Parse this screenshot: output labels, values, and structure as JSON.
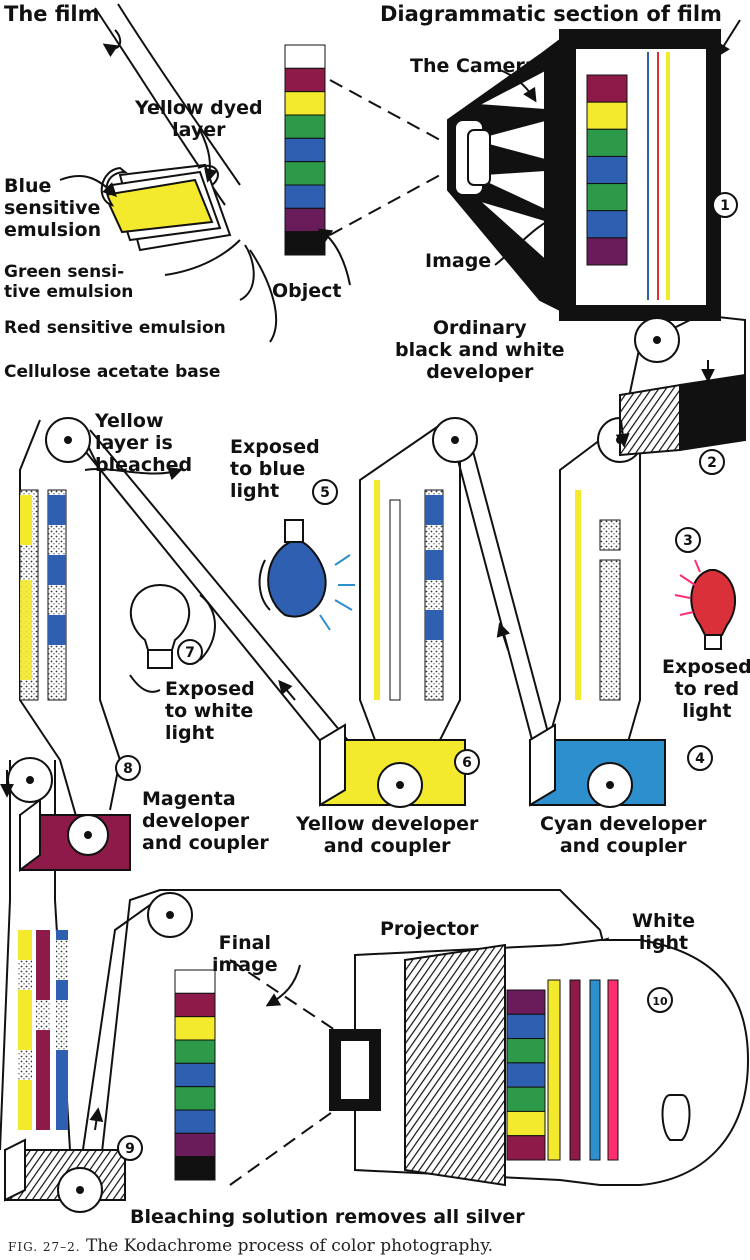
{
  "labels": {
    "the_film": "The film",
    "diagrammatic_section": "Diagrammatic section of film",
    "the_camera": "The Camera",
    "yellow_dyed_layer": "Yellow dyed\nlayer",
    "blue_sensitive": "Blue\nsensitive\nemulsion",
    "green_sensitive": "Green sensi-\ntive emulsion",
    "red_sensitive": "Red sensitive emulsion",
    "cellulose": "Cellulose acetate base",
    "object": "Object",
    "image": "Image",
    "ordinary_developer": "Ordinary\nblack and white\ndeveloper",
    "yellow_bleached": "Yellow\nlayer is\nbleached",
    "exposed_blue": "Exposed\nto blue\nlight",
    "exposed_white": "Exposed\nto white\nlight",
    "exposed_red": "Exposed\nto red\nlight",
    "magenta_dev": "Magenta\ndeveloper\nand coupler",
    "yellow_dev": "Yellow developer\nand coupler",
    "cyan_dev": "Cyan developer\nand coupler",
    "final_image": "Final\nimage",
    "projector": "Projector",
    "white_light": "White\nlight",
    "bleaching": "Bleaching solution removes all silver"
  },
  "steps": [
    "1",
    "2",
    "3",
    "4",
    "5",
    "6",
    "7",
    "8",
    "9",
    "10"
  ],
  "caption": {
    "fig": "FIG. 27–2.",
    "text": "The Kodachrome process of color photography."
  },
  "colors": {
    "ink": "#111111",
    "yellow": "#f3ea2e",
    "magenta": "#8e1a4a",
    "blue": "#2f5fb0",
    "green": "#2c9a48",
    "red": "#d9303a",
    "cyan": "#2e8fcf",
    "purple": "#4a2a6a",
    "pink": "#ff2e6e"
  },
  "strip_colors": [
    "#ffffff",
    "#8e1a4a",
    "#f3ea2e",
    "#2c9a48",
    "#2f5fb0",
    "#2c9a48",
    "#2f5fb0",
    "#6a1c5a",
    "#111111"
  ],
  "final_strip_colors": [
    "#ffffff",
    "#8e1a4a",
    "#f3ea2e",
    "#2c9a48",
    "#2f5fb0",
    "#2c9a48",
    "#2f5fb0",
    "#6a1c5a",
    "#111111"
  ]
}
